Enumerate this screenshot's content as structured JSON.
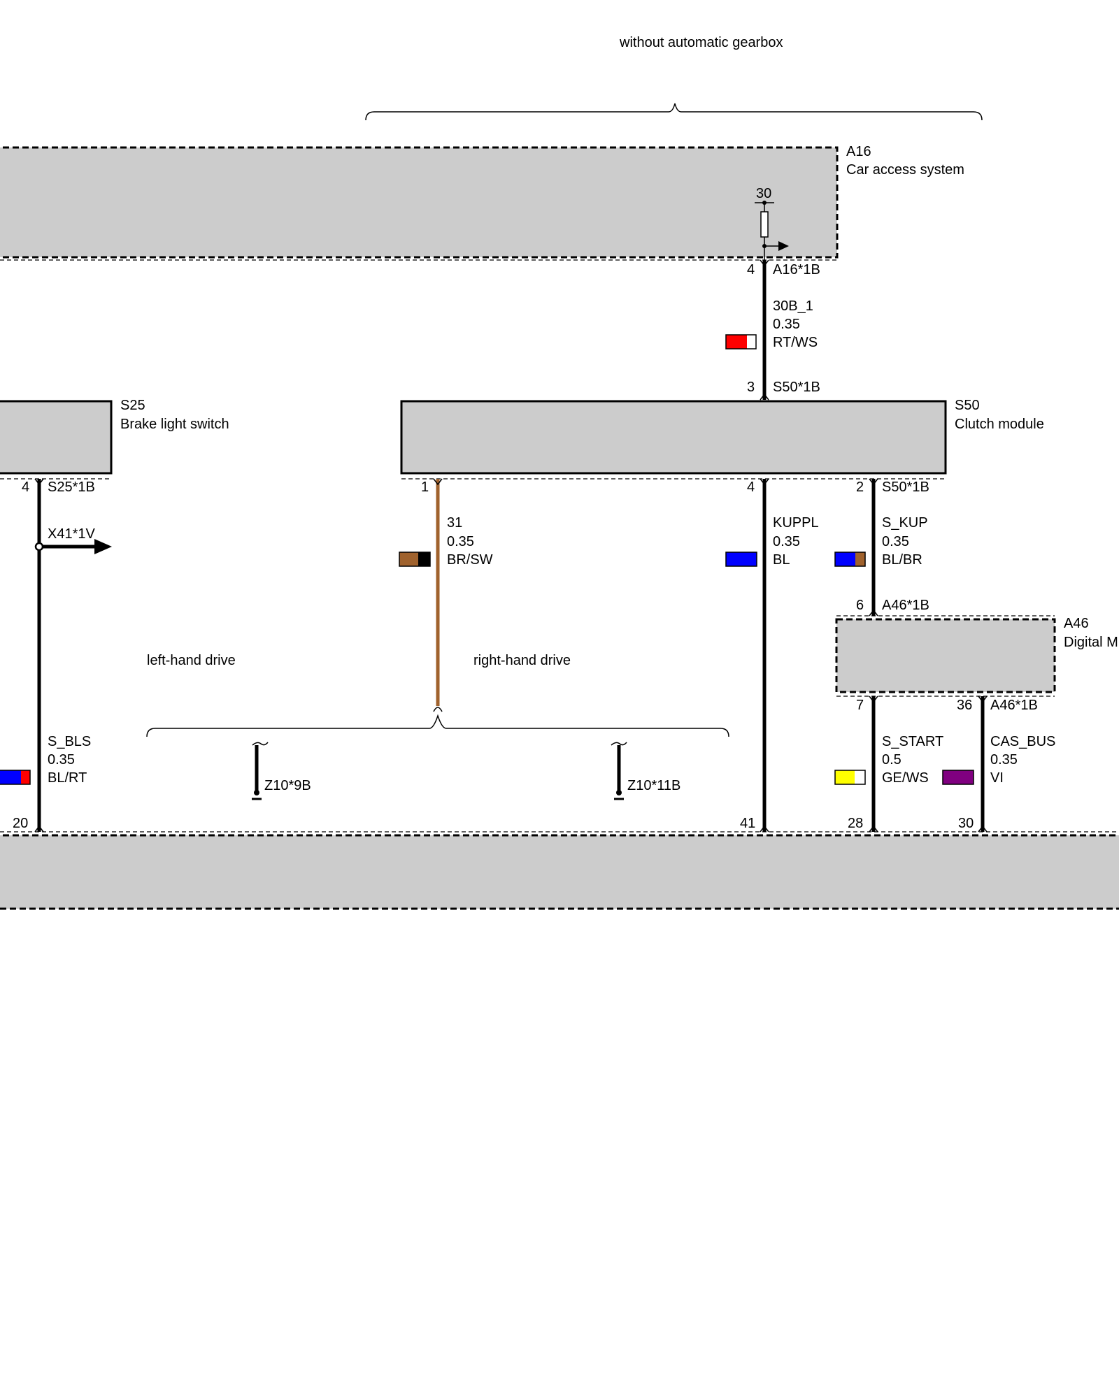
{
  "header": {
    "condition": "without automatic gearbox"
  },
  "groups": {
    "left_hand_drive": "left-hand drive",
    "right_hand_drive": "right-hand drive"
  },
  "components": {
    "a16": {
      "id": "A16",
      "name": "Car access system",
      "internal_terminal": "30"
    },
    "s25": {
      "id": "S25",
      "name": "Brake light switch"
    },
    "s50": {
      "id": "S50",
      "name": "Clutch module"
    },
    "a46": {
      "id": "A46",
      "name": "Digital M"
    }
  },
  "connectors": {
    "a16_1b": "A16*1B",
    "s50_1b_top": "S50*1B",
    "s25_1b": "S25*1B",
    "s50_1b_right": "S50*1B",
    "a46_1b_top": "A46*1B",
    "a46_1b_bottom": "A46*1B",
    "x41_1v": "X41*1V",
    "z10_9b": "Z10*9B",
    "z10_11b": "Z10*11B"
  },
  "pins": {
    "a16_4": "4",
    "s50_3": "3",
    "s25_4": "4",
    "s50_1": "1",
    "s50_4": "4",
    "s50_2": "2",
    "a46_6": "6",
    "a46_7": "7",
    "a46_36": "36",
    "bottom_20": "20",
    "bottom_41": "41",
    "bottom_28": "28",
    "bottom_30": "30"
  },
  "wires": [
    {
      "signal": "30B_1",
      "size": "0.35",
      "color_code": "RT/WS",
      "colors": [
        "#ff0000",
        "#ffffff"
      ]
    },
    {
      "signal": "31",
      "size": "0.35",
      "color_code": "BR/SW",
      "colors": [
        "#a0622d",
        "#000000"
      ]
    },
    {
      "signal": "KUPPL",
      "size": "0.35",
      "color_code": "BL",
      "colors": [
        "#0000ff",
        "#0000ff"
      ]
    },
    {
      "signal": "S_KUP",
      "size": "0.35",
      "color_code": "BL/BR",
      "colors": [
        "#0000ff",
        "#a0622d"
      ]
    },
    {
      "signal": "S_BLS",
      "size": "0.35",
      "color_code": "BL/RT",
      "colors": [
        "#0000ff",
        "#ff0000"
      ]
    },
    {
      "signal": "S_START",
      "size": "0.5",
      "color_code": "GE/WS",
      "colors": [
        "#ffff00",
        "#ffffff"
      ]
    },
    {
      "signal": "CAS_BUS",
      "size": "0.35",
      "color_code": "VI",
      "colors": [
        "#800080",
        "#800080"
      ]
    }
  ],
  "colors": {
    "box_fill": "#cccccc",
    "line": "#000000",
    "brown_wire": "#a0622d"
  }
}
